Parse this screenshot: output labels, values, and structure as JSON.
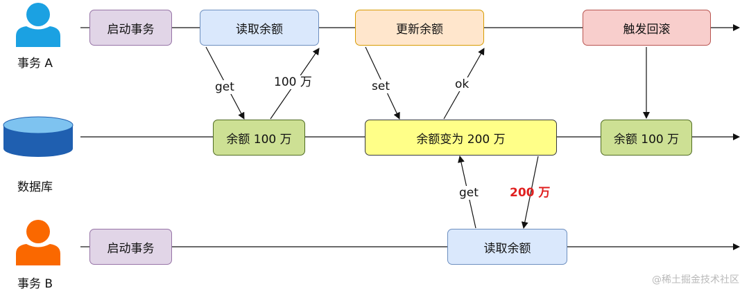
{
  "actors": {
    "tx_a": {
      "label": "事务 A",
      "color": "#1ba1e2"
    },
    "database": {
      "label": "数据库",
      "color": "#1f5fb0"
    },
    "tx_b": {
      "label": "事务 B",
      "color": "#fa6800"
    }
  },
  "tx_a_steps": {
    "start": "启动事务",
    "read": "读取余额",
    "update": "更新余额",
    "rollback": "触发回滚"
  },
  "db_states": {
    "balance1": "余额 100 万",
    "balance2": "余额变为 200 万",
    "balance3": "余额 100 万"
  },
  "tx_b_steps": {
    "start": "启动事务",
    "read": "读取余额"
  },
  "edge_labels": {
    "get_a": "get",
    "ret_a": "100 万",
    "set_a": "set",
    "ok_a": "ok",
    "get_b": "get",
    "ret_b": "200 万"
  },
  "watermark": "@稀土掘金技术社区",
  "colors": {
    "line": "#111111",
    "highlight": "#e02020"
  }
}
